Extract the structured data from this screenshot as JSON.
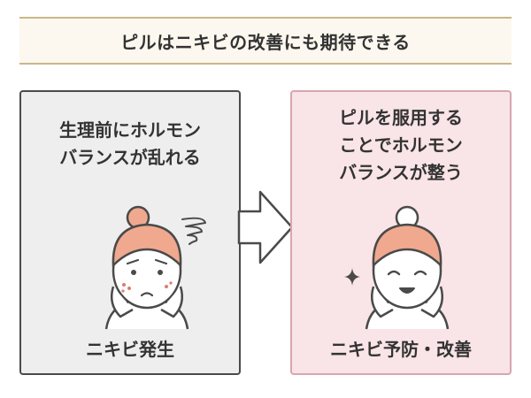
{
  "title": "ピルはニキビの改善にも期待できる",
  "left_panel": {
    "lines": [
      "生理前にホルモン",
      "バランスが乱れる"
    ],
    "caption": "ニキビ発生"
  },
  "right_panel": {
    "lines": [
      "ピルを服用する",
      "ことでホルモン",
      "バランスが整う"
    ],
    "caption": "ニキビ予防・改善"
  },
  "colors": {
    "title_bg": "#fcf8ef",
    "title_border": "#c9b689",
    "left_panel_bg": "#eeeeee",
    "right_panel_bg": "#f9e4e7",
    "right_panel_border": "#d7a6ae",
    "hair": "#f0a98e"
  }
}
